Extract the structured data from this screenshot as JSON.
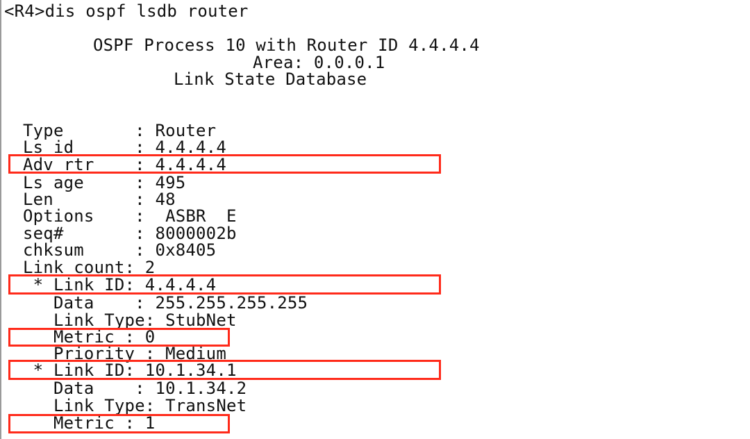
{
  "terminal": {
    "command": "<R4>dis ospf lsdb router",
    "process_line": "OSPF Process 10 with Router ID 4.4.4.4",
    "area_line": "Area: 0.0.0.1",
    "db_title": "Link State Database",
    "rows": [
      "Type       : Router",
      "Ls id      : 4.4.4.4",
      "Adv rtr    : 4.4.4.4",
      "Ls age     : 495",
      "Len        : 48",
      "Options    :  ASBR  E",
      "seq#       : 8000002b",
      "chksum     : 0x8405",
      "Link count: 2",
      " * Link ID: 4.4.4.4",
      "   Data    : 255.255.255.255",
      "   Link Type: StubNet",
      "   Metric : 0",
      "   Priority : Medium",
      " * Link ID: 10.1.34.1",
      "   Data    : 10.1.34.2",
      "   Link Type: TransNet",
      "   Metric : 1"
    ]
  },
  "highlight_color": "#ff2a1a"
}
